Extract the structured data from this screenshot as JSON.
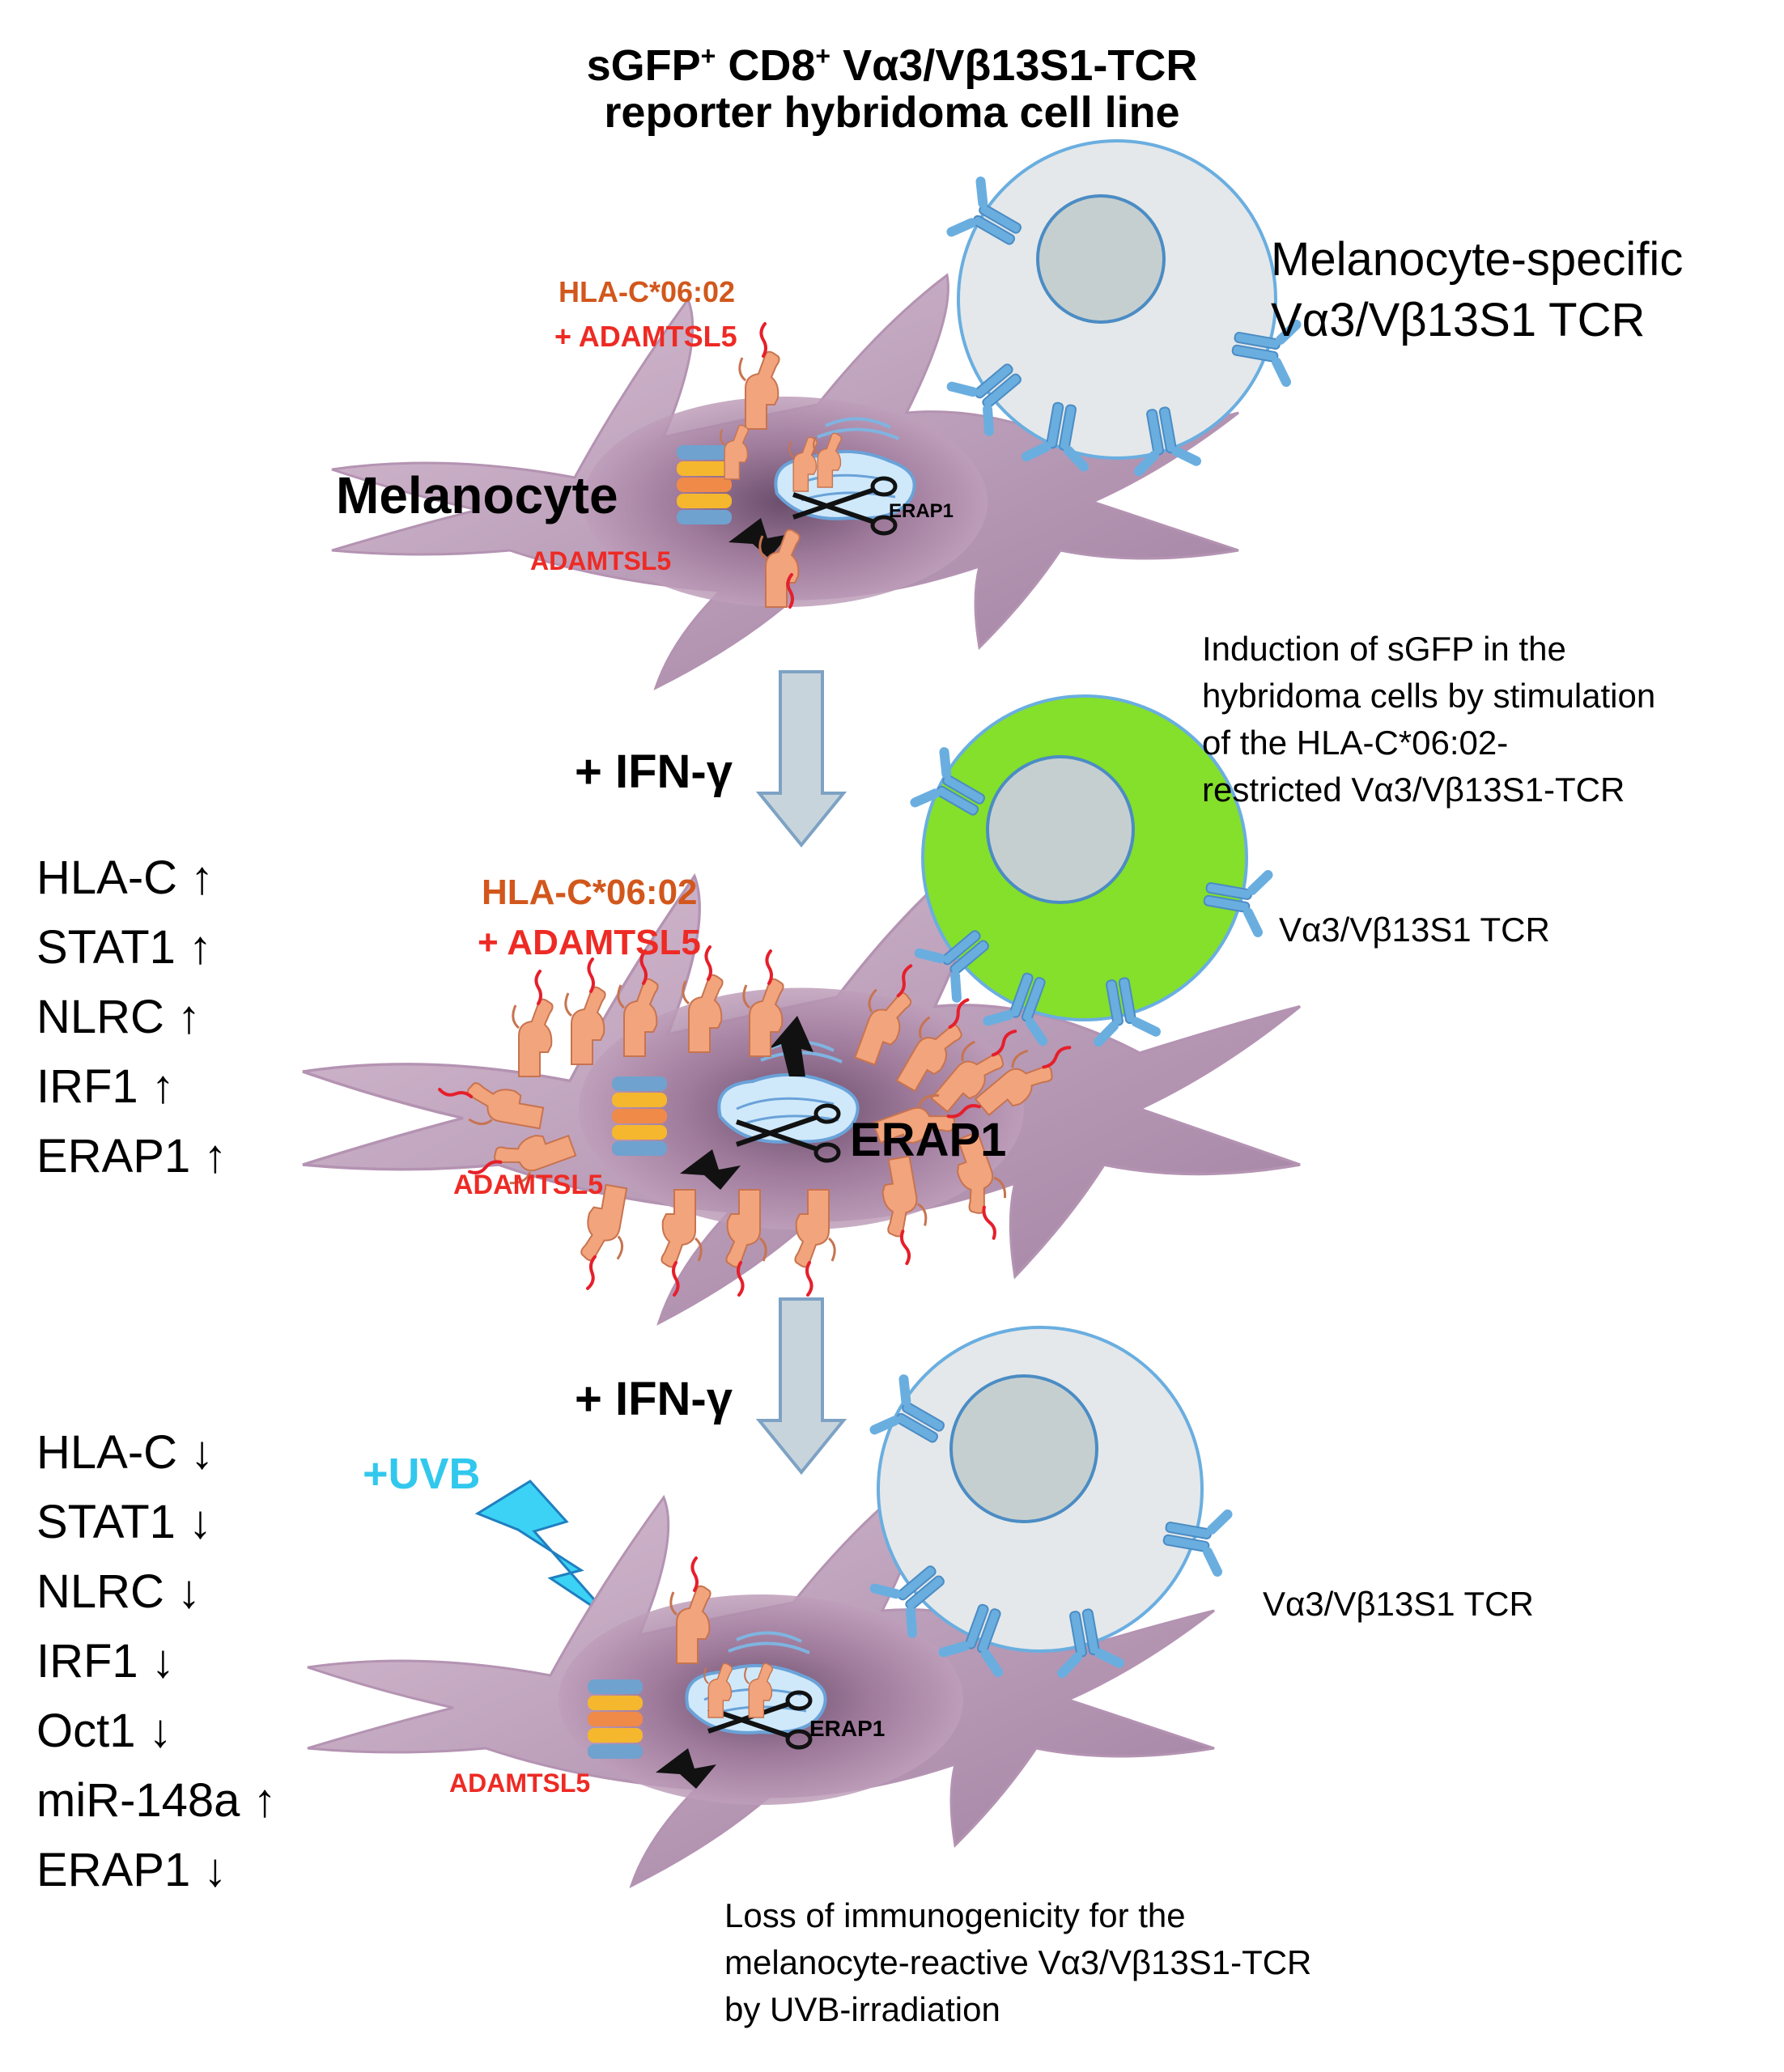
{
  "title": {
    "line1_prefix": "sGFP",
    "line1_sup1": "+",
    "line1_mid": " CD8",
    "line1_sup2": "+",
    "line1_suffix": " Vα3/Vβ13S1-TCR",
    "line2": "reporter hybridoma cell line"
  },
  "panel1": {
    "tcell_label_line1": "Melanocyte-specific",
    "tcell_label_line2": "Vα3/Vβ13S1 TCR",
    "hla_label_line1": "HLA-C*06:02",
    "hla_label_line2": "+ ADAMTSL5",
    "cell_label": "Melanocyte",
    "adamtsl5_label": "ADAMTSL5",
    "erap1_label": "ERAP1"
  },
  "step1": {
    "treatment": "+ IFN-γ",
    "note_lines": [
      "Induction of sGFP in the",
      "hybridoma cells by stimulation",
      "of the HLA-C*06:02-",
      "restricted Vα3/Vβ13S1-TCR"
    ]
  },
  "panel2": {
    "hla_label_line1": "HLA-C*06:02",
    "hla_label_line2": "+ ADAMTSL5",
    "tcr_label": "Vα3/Vβ13S1 TCR",
    "adamtsl5_label": "ADAMTSL5",
    "erap1_label": "ERAP1",
    "genes": [
      {
        "name": "HLA-C",
        "arrow": "↑"
      },
      {
        "name": "STAT1",
        "arrow": "↑"
      },
      {
        "name": "NLRC",
        "arrow": "↑"
      },
      {
        "name": "IRF1",
        "arrow": "↑"
      },
      {
        "name": "ERAP1",
        "arrow": "↑"
      }
    ]
  },
  "step2": {
    "treatment": "+ IFN-γ",
    "uvb": "+UVB"
  },
  "panel3": {
    "tcr_label": "Vα3/Vβ13S1 TCR",
    "adamtsl5_label": "ADAMTSL5",
    "erap1_label": "ERAP1",
    "genes": [
      {
        "name": "HLA-C",
        "arrow": "↓"
      },
      {
        "name": "STAT1",
        "arrow": "↓"
      },
      {
        "name": "NLRC",
        "arrow": "↓"
      },
      {
        "name": "IRF1",
        "arrow": "↓"
      },
      {
        "name": "Oct1",
        "arrow": "↓"
      },
      {
        "name": "miR-148a",
        "arrow": "↑"
      },
      {
        "name": "ERAP1",
        "arrow": "↓"
      }
    ],
    "note_lines": [
      "Loss of immunogenicity for the",
      "melanocyte-reactive  Vα3/Vβ13S1-TCR",
      "by UVB-irradiation"
    ]
  },
  "colors": {
    "melanocyte": "#b18aa8",
    "tcell_resting": "#e4e8ea",
    "tcell_active": "#84e02a",
    "nucleus": "#c6cfd0",
    "tcr": "#6aaee0",
    "hla": "#f2a47c",
    "peptide": "#e51f2b",
    "arrow_fill": "#c8d4dc",
    "arrow_stroke": "#7da2c4",
    "uvb": "#3cd2f5"
  }
}
